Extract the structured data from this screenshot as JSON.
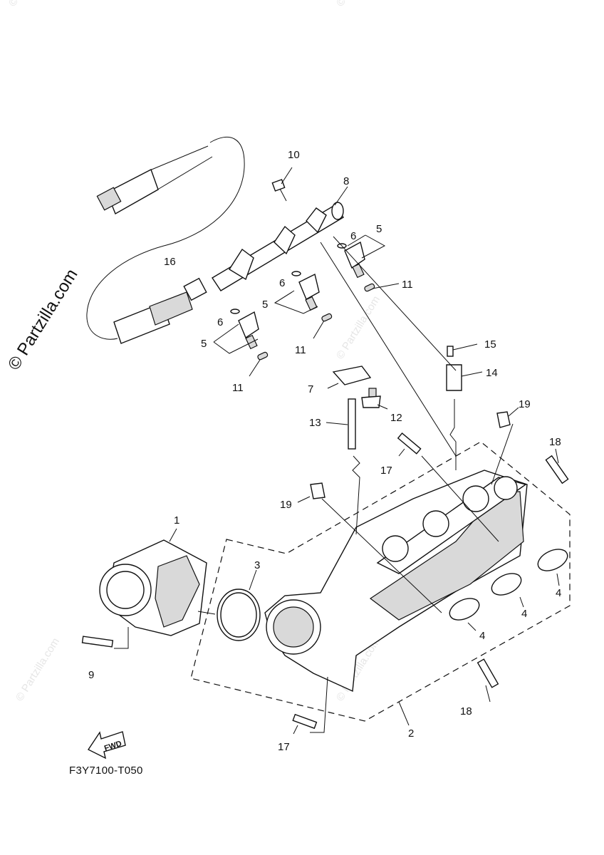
{
  "diagram": {
    "caption": "F3Y7100-T050",
    "watermark": "© Partzilla.com",
    "fwd_label": "FWD",
    "callouts": [
      "1",
      "2",
      "3",
      "4",
      "4",
      "4",
      "4",
      "5",
      "5",
      "5",
      "5",
      "6",
      "6",
      "6",
      "6",
      "7",
      "8",
      "9",
      "10",
      "11",
      "11",
      "11",
      "11",
      "12",
      "13",
      "14",
      "15",
      "16",
      "17",
      "17",
      "18",
      "18",
      "19",
      "19"
    ]
  }
}
